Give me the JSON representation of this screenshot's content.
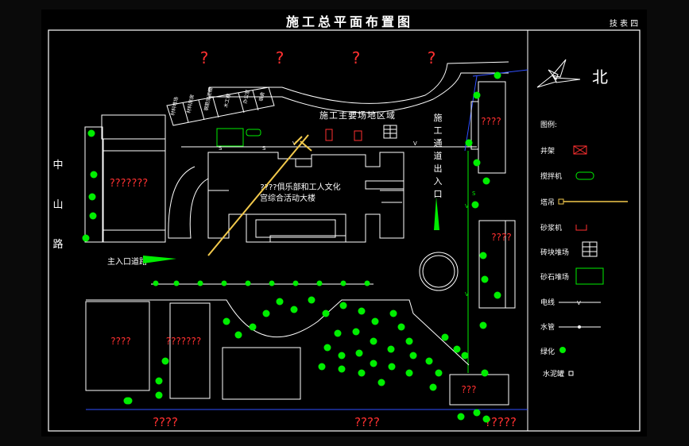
{
  "title": "施工总平面布置图",
  "sheet_label": "技 表 四",
  "north_label": "北",
  "site_area_label": "施工主要场地区域",
  "construction_entrance_label": [
    "施",
    "工",
    "通",
    "道",
    "出",
    "入",
    "口"
  ],
  "road_name_label": [
    "中",
    "山",
    "路"
  ],
  "main_entrance_label": "主入口道路",
  "building_label_line1": "????俱乐部和工人文化",
  "building_label_line2": "宫综合活动大楼",
  "question_marks": {
    "top_1": "?",
    "top_2": "?",
    "top_3": "?",
    "top_4": "?",
    "left_building": "???????",
    "right_building_1": "????",
    "right_building_2": "????",
    "bottom_left_1": "????",
    "bottom_left_2": "???????",
    "bottom_right": "???",
    "bottom_1": "????",
    "bottom_2": "????",
    "bottom_3": "?????"
  },
  "legend": {
    "title": "图例:",
    "items": [
      {
        "label": "井架",
        "icon": "hoist-frame-icon"
      },
      {
        "label": "搅拌机",
        "icon": "mixer-icon"
      },
      {
        "label": "塔吊",
        "icon": "tower-crane-icon"
      },
      {
        "label": "砂浆机",
        "icon": "mortar-mixer-icon"
      },
      {
        "label": "砖块堆场",
        "icon": "brick-yard-icon"
      },
      {
        "label": "砂石堆场",
        "icon": "sand-yard-icon"
      },
      {
        "label": "电线",
        "icon": "power-line-icon",
        "symbol": "V"
      },
      {
        "label": "水管",
        "icon": "water-pipe-icon"
      },
      {
        "label": "绿化",
        "icon": "greenery-icon"
      },
      {
        "label": "水泥罐",
        "icon": "cement-tank-icon"
      }
    ]
  },
  "storage_sheds": [
    "材料堆场",
    "材料库房",
    "钢筋加工棚",
    "木工棚",
    "办公室",
    "宿舍"
  ],
  "line_symbols": {
    "power": "V",
    "water": "S"
  },
  "colors": {
    "background": "#000000",
    "sheet": "#000000",
    "border": "#ffffff",
    "line": "#ffffff",
    "red": "#ff3030",
    "green": "#00ee00",
    "yellow": "#ffd700",
    "blue": "#3050ff",
    "crane": "#f2c94c"
  }
}
